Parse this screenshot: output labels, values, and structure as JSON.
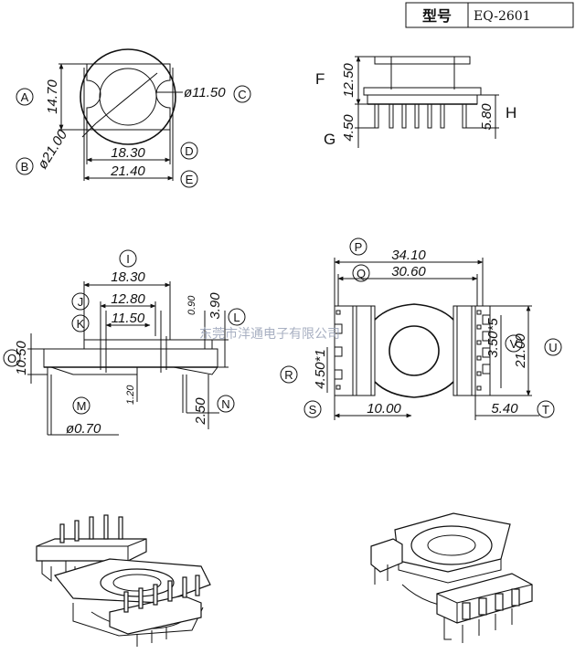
{
  "title_block": {
    "type_label": "型号",
    "model": "EQ-2601"
  },
  "watermark": "东莞市洋通电子有限公司",
  "callouts": {
    "A": "A",
    "B": "B",
    "C": "C",
    "D": "D",
    "E": "E",
    "F": "F",
    "G": "G",
    "H": "H",
    "I": "I",
    "J": "J",
    "K": "K",
    "L": "L",
    "M": "M",
    "N": "N",
    "O": "O",
    "P": "P",
    "Q": "Q",
    "R": "R",
    "S": "S",
    "T": "T",
    "U": "U",
    "V": "V"
  },
  "top_view": {
    "height": "14.70",
    "bore_dia": "ø11.50",
    "outer_dia": "ø21.00",
    "inner_width": "18.30",
    "outer_width": "21.40"
  },
  "side_view": {
    "overall_height": "12.50",
    "pin_length": "4.50",
    "pin_span": "5.80"
  },
  "front_view": {
    "width_i": "18.30",
    "width_j": "12.80",
    "width_k": "11.50",
    "flange_thk": "0.90",
    "height_l": "3.90",
    "height_o": "10.50",
    "slot": "1.20",
    "pin_ext": "2.50",
    "pin_dia": "ø0.70"
  },
  "bottom_view": {
    "width_p": "34.10",
    "width_q": "30.60",
    "pitch_u": "3.50*5",
    "height_v": "21.00",
    "pitch_r": "4.50*1",
    "base_s": "10.00",
    "offset_t": "5.40"
  }
}
